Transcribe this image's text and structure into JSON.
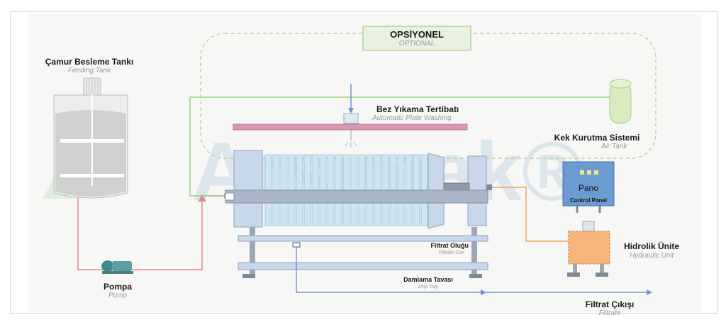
{
  "watermark": "Arsımak®",
  "optional": {
    "title": "OPSİYONEL",
    "subtitle": "OPTIONAL"
  },
  "feeding_tank": {
    "title": "Çamur Besleme Tankı",
    "subtitle": "Feeding Tank"
  },
  "plate_washing": {
    "title": "Bez Yıkama Tertibatı",
    "subtitle": "Automatic Plate Washing"
  },
  "air_tank": {
    "title": "Kek Kurutma Sistemi",
    "subtitle": "Air Tank"
  },
  "control_panel": {
    "title": "Pano",
    "subtitle": "Control Panel"
  },
  "hydraulic_unit": {
    "title": "Hidrolik Ünite",
    "subtitle": "Hydraulic Unit"
  },
  "filtrate_slot": {
    "title": "Filtrat Oluğu",
    "subtitle": "Filtrate Slot"
  },
  "drip_tray": {
    "title": "Damlama Tavası",
    "subtitle": "Drip Tray"
  },
  "pump": {
    "title": "Pompa",
    "subtitle": "Pump"
  },
  "filtrate_out": {
    "title": "Filtrat Çıkışı",
    "subtitle": "Filtrate"
  },
  "colors": {
    "sludge_line": "#e08a8a",
    "air_line": "#9ccf7a",
    "hydraulic_line": "#f0a25a",
    "filtrate_line": "#6f93c8",
    "plates": "#cfe6f1",
    "frame_steel": "#aab7c9"
  }
}
